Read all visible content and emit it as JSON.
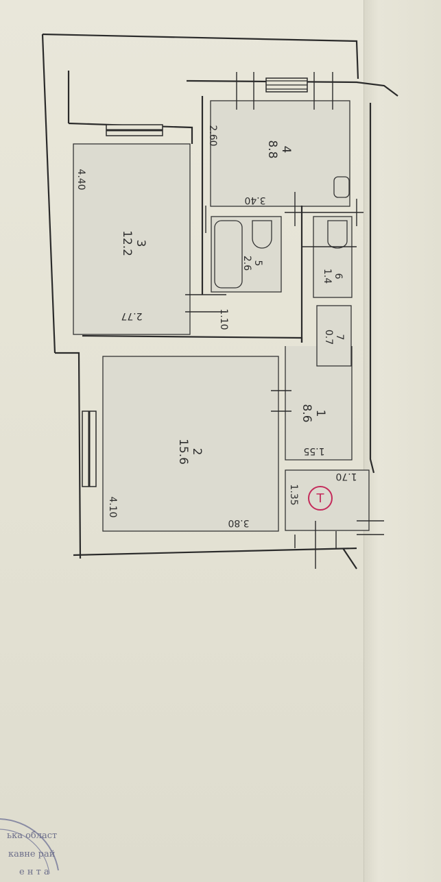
{
  "rooms": [
    {
      "number": "1",
      "area": "8.6"
    },
    {
      "number": "2",
      "area": "15.6"
    },
    {
      "number": "3",
      "area": "12.2"
    },
    {
      "number": "4",
      "area": "8.8"
    },
    {
      "number": "5",
      "area": "2.6"
    },
    {
      "number": "6",
      "area": "1.4"
    },
    {
      "number": "7",
      "area": "0.7"
    }
  ],
  "dimensions": {
    "room4_height": "2.60",
    "room4_width": "3.40",
    "room3_height": "4.40",
    "room3_width": "2.77",
    "passage_width": "1.10",
    "room2_height": "4.10",
    "room2_width": "3.80",
    "room1_width": "1.55",
    "balcony_width": "1.70",
    "balcony_depth": "1.35"
  },
  "marker": "T",
  "stamp": {
    "line1": "ька област",
    "line2": "кавне рай",
    "line3": "е н т а"
  },
  "colors": {
    "paper": "#e6e4d6",
    "ink": "#2a2a2a",
    "marker_red": "#c42a5a",
    "stamp_blue": "#6d6f8a"
  }
}
